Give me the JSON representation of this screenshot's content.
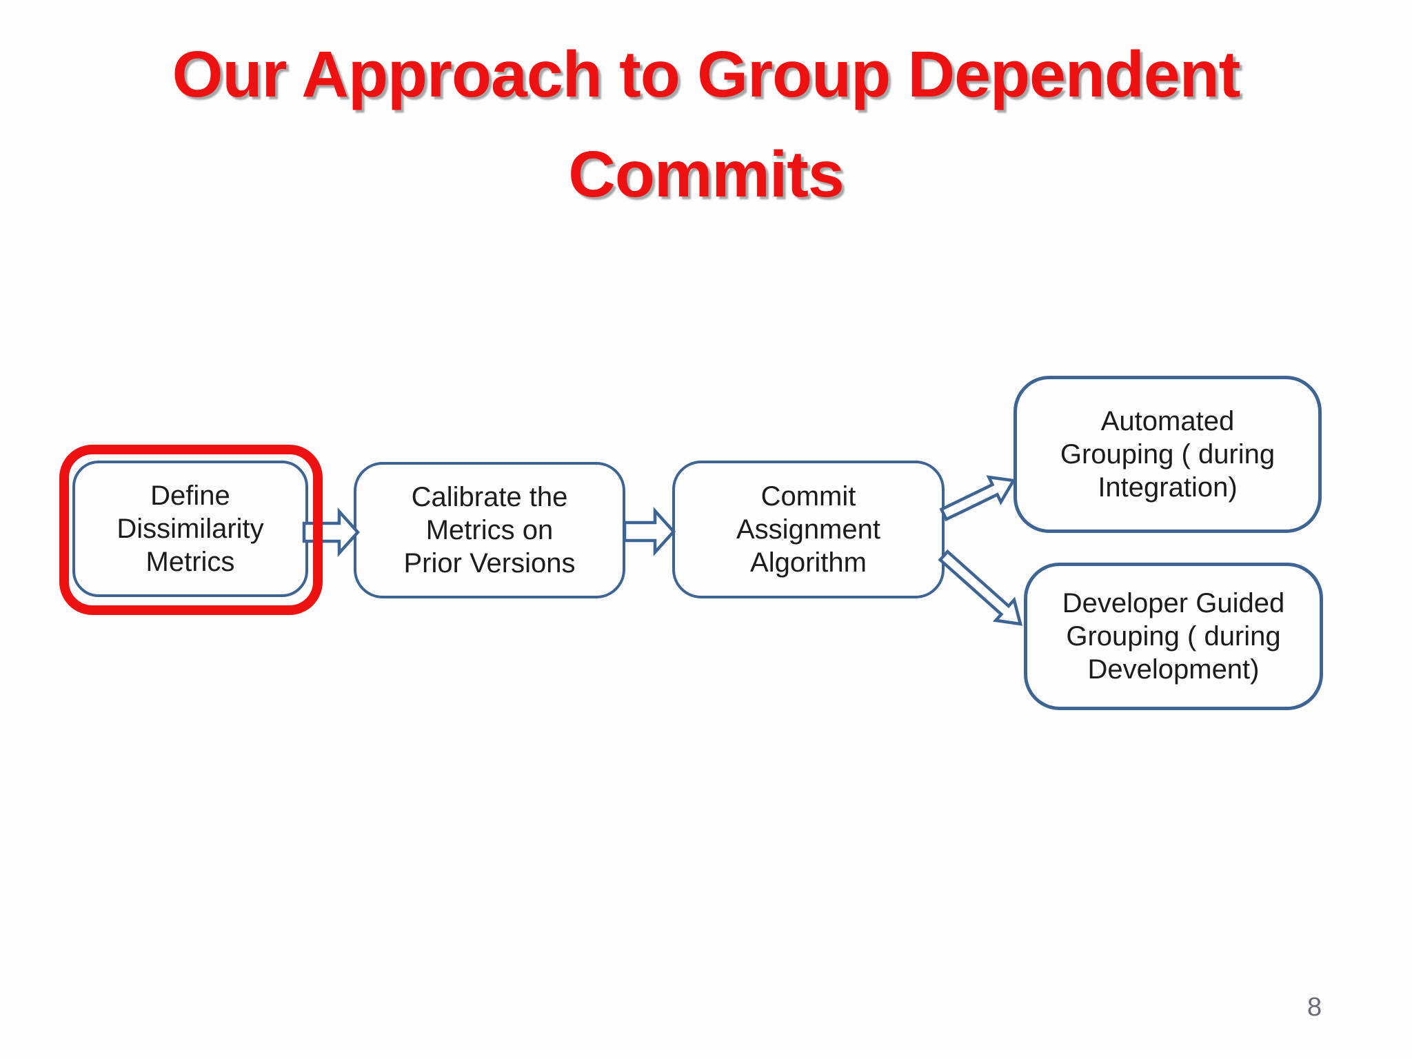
{
  "slide": {
    "title_display": "Our Approach to Group Dependent\nCommits",
    "page_number": "8",
    "colors": {
      "title_red": "#ee1111",
      "highlight_red": "#ee1111",
      "box_border_blue": "#3d6493",
      "box_fill": "#fdfdfe",
      "text": "#1b1b1b",
      "page_number_gray": "#6b6b75",
      "background": "#fdfdfe"
    }
  },
  "flowchart": {
    "nodes": [
      {
        "id": "define-dissimilarity-metrics",
        "label": "Define\nDissimilarity\nMetrics",
        "highlighted": true
      },
      {
        "id": "calibrate-metrics-on-prior-versions",
        "label": "Calibrate the\nMetrics on\nPrior Versions",
        "highlighted": false
      },
      {
        "id": "commit-assignment-algorithm",
        "label": "Commit\nAssignment\nAlgorithm",
        "highlighted": false
      },
      {
        "id": "automated-grouping",
        "label": "Automated\nGrouping ( during\nIntegration)",
        "highlighted": false
      },
      {
        "id": "developer-guided-grouping",
        "label": "Developer Guided\nGrouping ( during\nDevelopment)",
        "highlighted": false
      }
    ],
    "edges": [
      {
        "from": "define-dissimilarity-metrics",
        "to": "calibrate-metrics-on-prior-versions",
        "style": "block-arrow"
      },
      {
        "from": "calibrate-metrics-on-prior-versions",
        "to": "commit-assignment-algorithm",
        "style": "block-arrow"
      },
      {
        "from": "commit-assignment-algorithm",
        "to": "automated-grouping",
        "style": "thin-outline-arrow"
      },
      {
        "from": "commit-assignment-algorithm",
        "to": "developer-guided-grouping",
        "style": "thin-outline-arrow"
      }
    ]
  }
}
